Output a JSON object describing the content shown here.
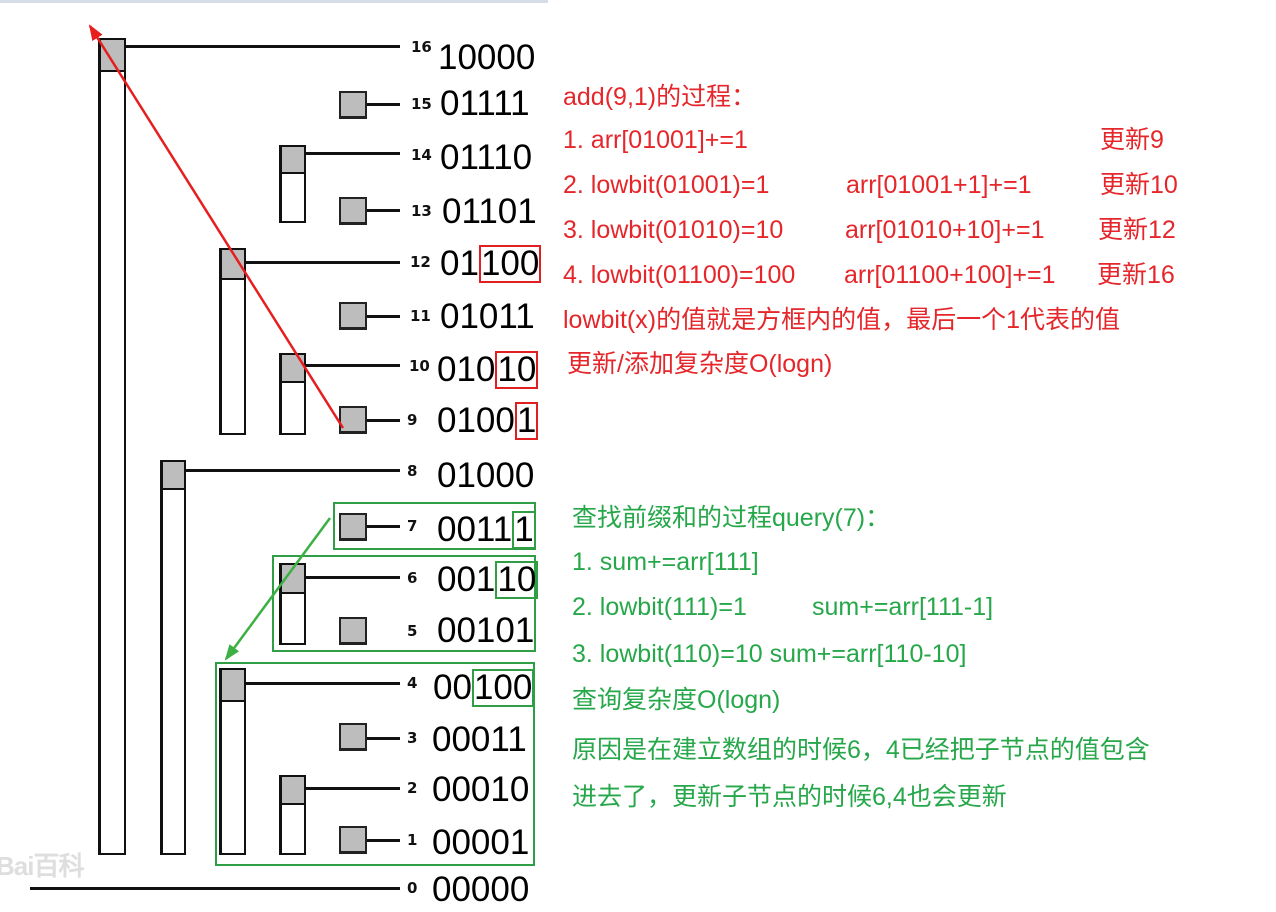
{
  "colors": {
    "add_text": "#e5262a",
    "query_text": "#26a74a",
    "lowbit_box_red": "#e02020",
    "lowbit_box_green": "#2f9e44",
    "node_fill": "#bdbdbd",
    "update_arrow": "#e61e1e",
    "query_arrow": "#3cb043"
  },
  "tree": {
    "rows": [
      {
        "index": "16",
        "prefix": "10000"
      },
      {
        "index": "15",
        "prefix": "01111"
      },
      {
        "index": "14",
        "prefix": "01110"
      },
      {
        "index": "13",
        "prefix": "01101"
      },
      {
        "index": "12",
        "prefix": "01",
        "lowbit": "100",
        "box": "red"
      },
      {
        "index": "11",
        "prefix": "01011"
      },
      {
        "index": "10",
        "prefix": "010",
        "lowbit": "10",
        "box": "red"
      },
      {
        "index": "9",
        "prefix": "0100",
        "lowbit": "1",
        "box": "red"
      },
      {
        "index": "8",
        "prefix": "01000"
      },
      {
        "index": "7",
        "prefix": "0011",
        "lowbit": "1",
        "box": "green"
      },
      {
        "index": "6",
        "prefix": "001",
        "lowbit": "10",
        "box": "green"
      },
      {
        "index": "5",
        "prefix": "00101"
      },
      {
        "index": "4",
        "prefix": "00",
        "lowbit": "100",
        "box": "green"
      },
      {
        "index": "3",
        "prefix": "00011"
      },
      {
        "index": "2",
        "prefix": "00010"
      },
      {
        "index": "1",
        "prefix": "00001"
      },
      {
        "index": "0",
        "prefix": "00000"
      }
    ]
  },
  "add_panel": {
    "title": "add(9,1)的过程：",
    "steps": [
      {
        "left": "1. arr[01001]+=1",
        "right": "更新9"
      },
      {
        "left": "2. lowbit(01001)=1",
        "mid": "arr[01001+1]+=1",
        "right": "更新10"
      },
      {
        "left": "3. lowbit(01010)=10",
        "mid": "arr[01010+10]+=1",
        "right": "更新12"
      },
      {
        "left": "4. lowbit(01100)=100",
        "mid": "arr[01100+100]+=1",
        "right": "更新16"
      }
    ],
    "note": "lowbit(x)的值就是方框内的值，最后一个1代表的值",
    "complexity": "更新/添加复杂度O(logn)"
  },
  "query_panel": {
    "title": "查找前缀和的过程query(7)：",
    "step1": "1. sum+=arr[111]",
    "step2_left": "2. lowbit(111)=1",
    "step2_right": "sum+=arr[111-1]",
    "step3": "3. lowbit(110)=10 sum+=arr[110-10]",
    "complexity": "查询复杂度O(logn)",
    "reason_line1": "原因是在建立数组的时候6，4已经把子节点的值包含",
    "reason_line2": "进去了，更新子节点的时候6,4也会更新"
  },
  "watermark": "Bai百科"
}
